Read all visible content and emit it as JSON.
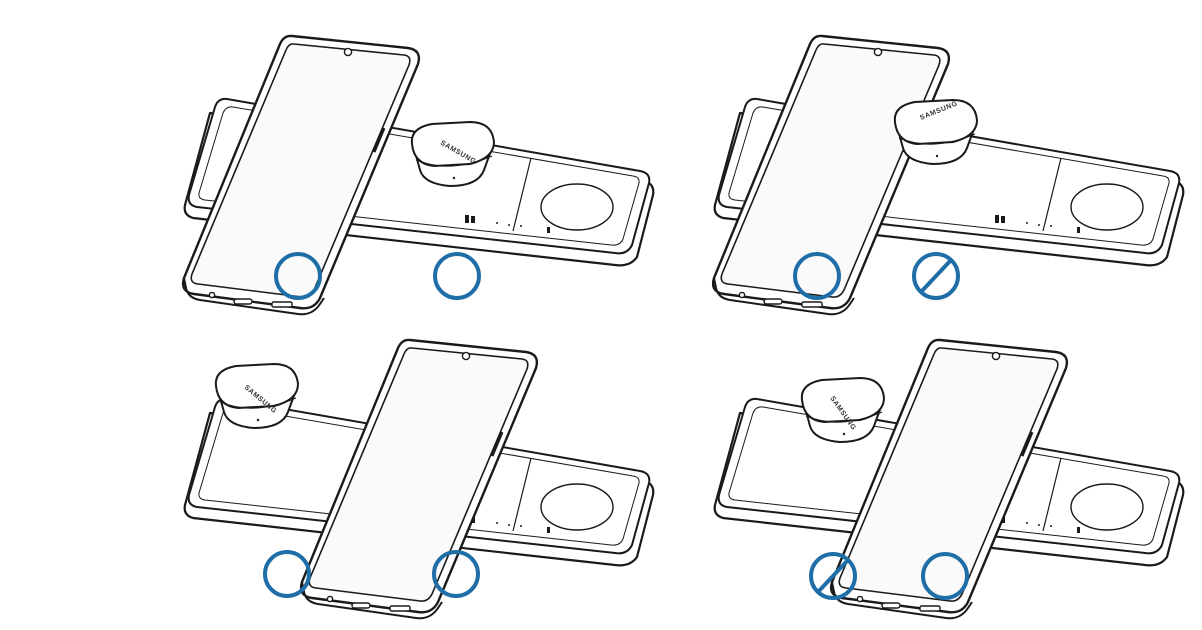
{
  "brand_text": "SAMSUNG",
  "colors": {
    "outline": "#1a1a1a",
    "fill": "#ffffff",
    "screen": "#fafafa",
    "correct": "#1f6ea8",
    "incorrect": "#1f6ea8"
  },
  "panels": [
    {
      "id": "top-left",
      "layout": "phone-left-buds-center",
      "phone_placement": "correct",
      "buds_placement": "correct"
    },
    {
      "id": "top-right",
      "layout": "phone-left-buds-offset",
      "phone_placement": "correct",
      "buds_placement": "incorrect"
    },
    {
      "id": "bottom-left",
      "layout": "buds-left-phone-center",
      "phone_placement": "correct",
      "buds_placement": "correct"
    },
    {
      "id": "bottom-right",
      "layout": "buds-left-phone-overlapping",
      "phone_placement": "correct",
      "buds_placement": "incorrect"
    }
  ]
}
